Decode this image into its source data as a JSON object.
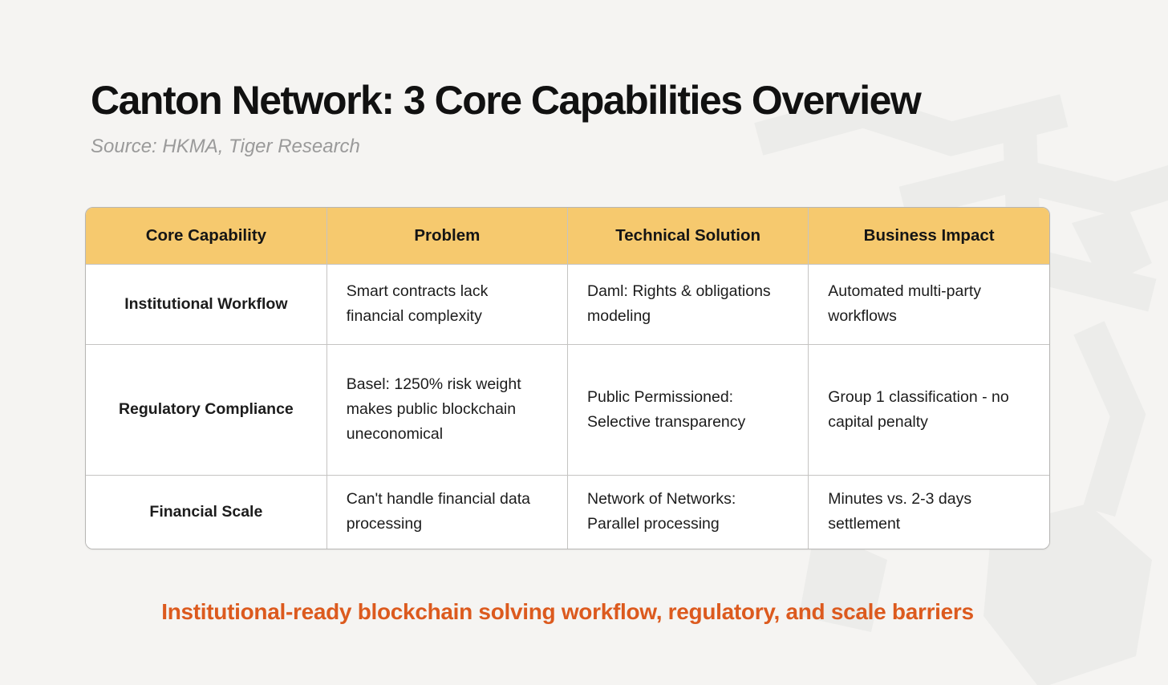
{
  "page": {
    "title": "Canton Network: 3 Core Capabilities Overview",
    "source": "Source: HKMA, Tiger Research",
    "footer": "Institutional-ready blockchain solving workflow, regulatory, and scale barriers"
  },
  "table": {
    "headers": [
      "Core Capability",
      "Problem",
      "Technical Solution",
      "Business Impact"
    ],
    "rows": [
      {
        "capability": "Institutional Workflow",
        "problem": "Smart contracts lack financial complexity",
        "solution": "Daml: Rights & obligations modeling",
        "impact": "Automated multi-party workflows"
      },
      {
        "capability": "Regulatory Compliance",
        "problem": "Basel: 1250% risk weight makes public blockchain uneconomical",
        "solution": "Public Permissioned: Selective transparency",
        "impact": "Group 1 classification - no capital penalty"
      },
      {
        "capability": "Financial Scale",
        "problem": "Can't handle financial data processing",
        "solution": "Network of Networks: Parallel processing",
        "impact": "Minutes vs. 2-3 days settlement"
      }
    ]
  },
  "icons": {
    "watermark": "tiger-logo-watermark"
  },
  "colors": {
    "background": "#f5f4f2",
    "surface": "#ffffff",
    "header_fill": "#f6c96e",
    "border": "#c5c4c2",
    "outer_border": "#b7b6b4",
    "title_text": "#111111",
    "subtitle_text": "#9a9a9a",
    "body_text": "#1c1c1c",
    "accent_orange": "#dc5a1e",
    "watermark": "#ececea"
  }
}
